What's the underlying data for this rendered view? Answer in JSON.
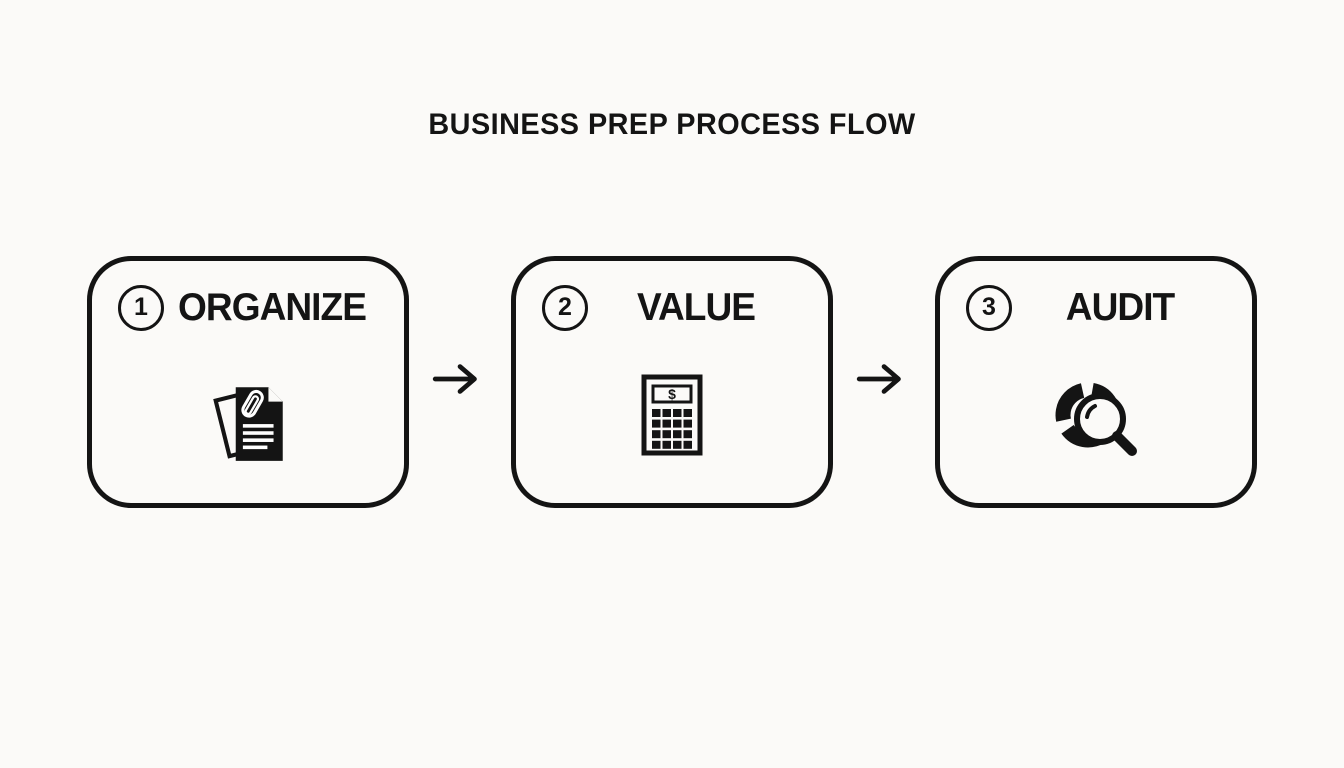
{
  "title": "BUSINESS PREP PROCESS FLOW",
  "steps": [
    {
      "number": "1",
      "label": "ORGANIZE",
      "icon": "documents-paperclip-icon"
    },
    {
      "number": "2",
      "label": "VALUE",
      "icon": "calculator-dollar-icon"
    },
    {
      "number": "3",
      "label": "AUDIT",
      "icon": "magnifier-pie-chart-icon"
    }
  ],
  "calculator_display_symbol": "$",
  "colors": {
    "background": "#fbfaf8",
    "ink": "#141414"
  }
}
